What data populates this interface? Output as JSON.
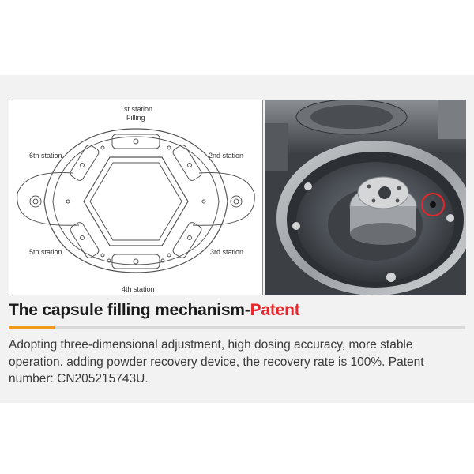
{
  "diagram": {
    "stations": {
      "s1_line1": "1st station",
      "s1_line2": "Filling",
      "s2": "2nd station",
      "s3": "3rd station",
      "s4": "4th station",
      "s5": "5th station",
      "s6": "6th station"
    }
  },
  "headline": {
    "main": "The capsule filling mechanism-",
    "accent": "Patent"
  },
  "description": "Adopting three-dimensional adjustment, high dosing accuracy, more stable operation. adding powder recovery device, the recovery rate is 100%. Patent number: CN205215743U.",
  "colors": {
    "accent_red": "#e8262b",
    "underline_orange": "#f29a1a",
    "background_band": "#f2f2f2"
  }
}
